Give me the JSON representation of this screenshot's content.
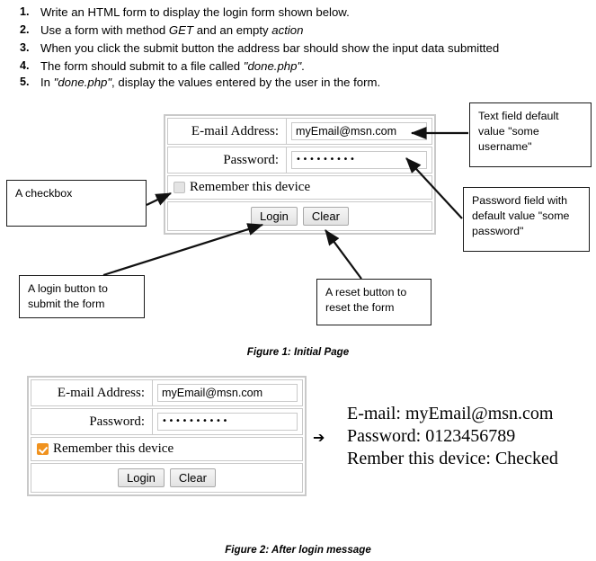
{
  "instructions": [
    {
      "num": "1.",
      "text": "Write an HTML form to display the login form shown below."
    },
    {
      "num": "2.",
      "text": "Use a form with method GET and an empty action"
    },
    {
      "num": "3.",
      "text": "When you click the submit button the address bar should show the input data submitted"
    },
    {
      "num": "4.",
      "text": "The form should submit to a file called \"done.php\"."
    },
    {
      "num": "5.",
      "text": "In \"done.php\", display the values entered by the user in the form."
    }
  ],
  "form1": {
    "email_label": "E-mail Address:",
    "email_value": "myEmail@msn.com",
    "password_label": "Password:",
    "password_value": "•••••••••",
    "checkbox_label": "Remember this device",
    "checkbox_state": "unchecked",
    "login_button": "Login",
    "clear_button": "Clear"
  },
  "form2": {
    "email_label": "E-mail Address:",
    "email_value": "myEmail@msn.com",
    "password_label": "Password:",
    "password_value": "••••••••••",
    "checkbox_label": "Remember this device",
    "checkbox_state": "checked",
    "login_button": "Login",
    "clear_button": "Clear"
  },
  "callouts": {
    "text_field": "Text field default value \"some username\"",
    "password_field": "Password field with default value \"some password\"",
    "checkbox": "A checkbox",
    "login_button": "A login button to submit the form",
    "reset_button": "A reset button to reset the form"
  },
  "results": {
    "bullet": "➔",
    "line1": "E-mail: myEmail@msn.com",
    "line2": "Password: 0123456789",
    "line3": "Rember this device: Checked"
  },
  "captions": {
    "figure1": "Figure 1: Initial Page",
    "figure2": "Figure 2: After login message"
  },
  "colors": {
    "checkbox_checked": "#f0921e",
    "table_border": "#c9c9c9",
    "callout_border": "#1a1a1a"
  }
}
